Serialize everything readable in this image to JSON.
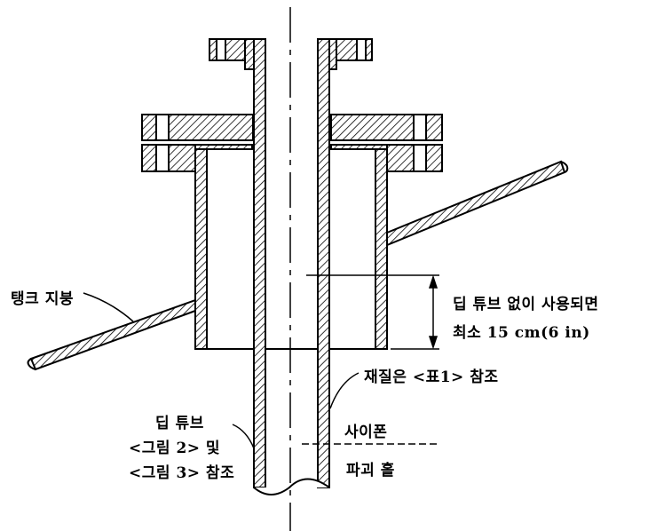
{
  "labels": {
    "tank_roof": "탱크 지붕",
    "no_dip_tube_line1": "딥 튜브 없이 사용되면",
    "no_dip_tube_line2": "최소 15 cm(6 in)",
    "material": "재질은 <표1> 참조",
    "dip_tube_line1": "딥 튜브",
    "dip_tube_line2": "<그림 2> 및",
    "dip_tube_line3": "<그림 3> 참조",
    "siphon": "사이폰",
    "break_hole": "파괴 홀"
  },
  "colors": {
    "line": "#000000",
    "background": "#ffffff"
  }
}
